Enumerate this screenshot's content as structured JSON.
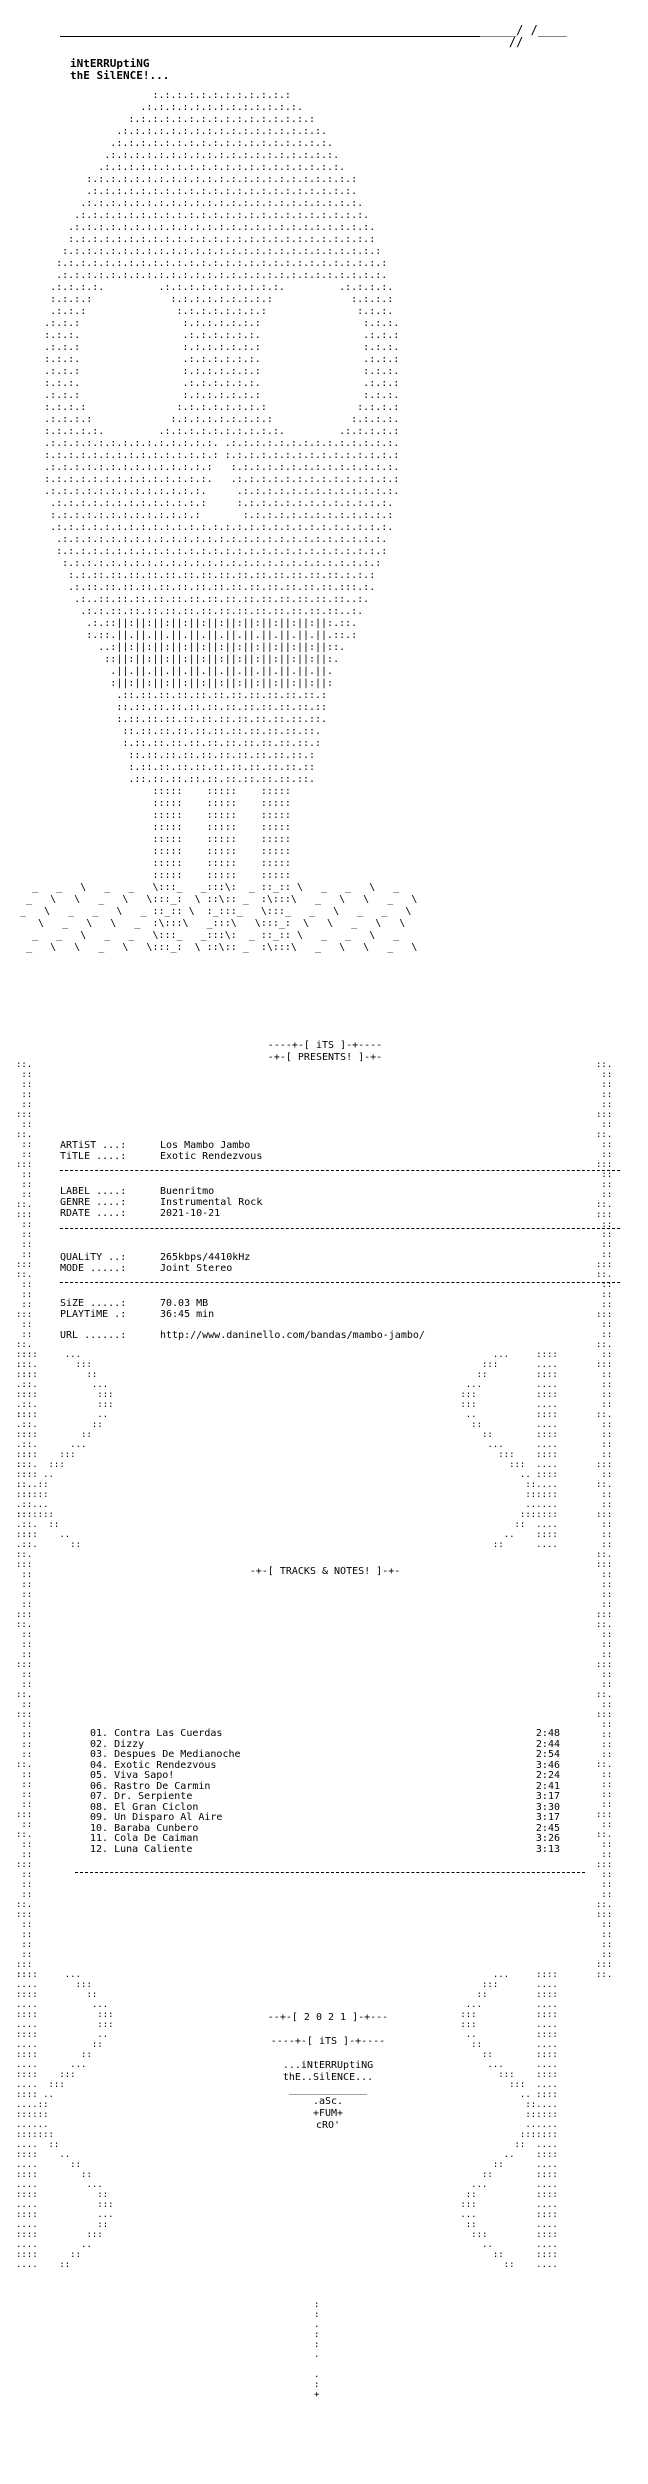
{
  "header": {
    "group_line1": "iNtERRUptiNG",
    "group_line2": "thE SilENCE!..."
  },
  "presents": {
    "top_tag": "iTS",
    "label": "PRESENTS!"
  },
  "release": {
    "artist_key": "ARTiST ...:",
    "artist": "Los Mambo Jambo",
    "title_key": "TiTLE ....:",
    "title": "Exotic Rendezvous",
    "label_key": "LABEL ....:",
    "label": "Buenritmo",
    "genre_key": "GENRE ....:",
    "genre": "Instrumental Rock",
    "rdate_key": "RDATE ....:",
    "rdate": "2021-10-21",
    "quality_key": "QUALiTY ..:",
    "quality": "265kbps/4410kHz",
    "mode_key": "MODE .....:",
    "mode": "Joint Stereo",
    "size_key": "SiZE .....:",
    "size": "70.03 MB",
    "playtime_key": "PLAYTiME .:",
    "playtime": "36:45 min",
    "url_key": "URL ......:",
    "url": "http://www.daninello.com/bandas/mambo-jambo/"
  },
  "tracks_header": "TRACKS & NOTES!",
  "tracks": [
    {
      "n": "01.",
      "title": "Contra Las Cuerdas",
      "time": "2:48"
    },
    {
      "n": "02.",
      "title": "Dizzy",
      "time": "2:44"
    },
    {
      "n": "03.",
      "title": "Despues De Medianoche",
      "time": "2:54"
    },
    {
      "n": "04.",
      "title": "Exotic Rendezvous",
      "time": "3:46"
    },
    {
      "n": "05.",
      "title": "Viva Sapo!",
      "time": "2:24"
    },
    {
      "n": "06.",
      "title": "Rastro De Carmin",
      "time": "2:41"
    },
    {
      "n": "07.",
      "title": "Dr. Serpiente",
      "time": "3:17"
    },
    {
      "n": "08.",
      "title": "El Gran Ciclon",
      "time": "3:30"
    },
    {
      "n": "09.",
      "title": "Un Disparo Al Aire",
      "time": "3:17"
    },
    {
      "n": "10.",
      "title": "Baraba Cunbero",
      "time": "2:45"
    },
    {
      "n": "11.",
      "title": "Cola De Caiman",
      "time": "3:26"
    },
    {
      "n": "12.",
      "title": "Luna Caliente",
      "time": "3:13"
    }
  ],
  "footer": {
    "year": "2 0 2 1",
    "tag": "iTS",
    "group_line1": "...iNtERRUptiNG",
    "group_line2": "thE..SilENCE...",
    "credit1": ".aSc.",
    "credit2": "+FUM+",
    "credit3": "cRO'"
  }
}
